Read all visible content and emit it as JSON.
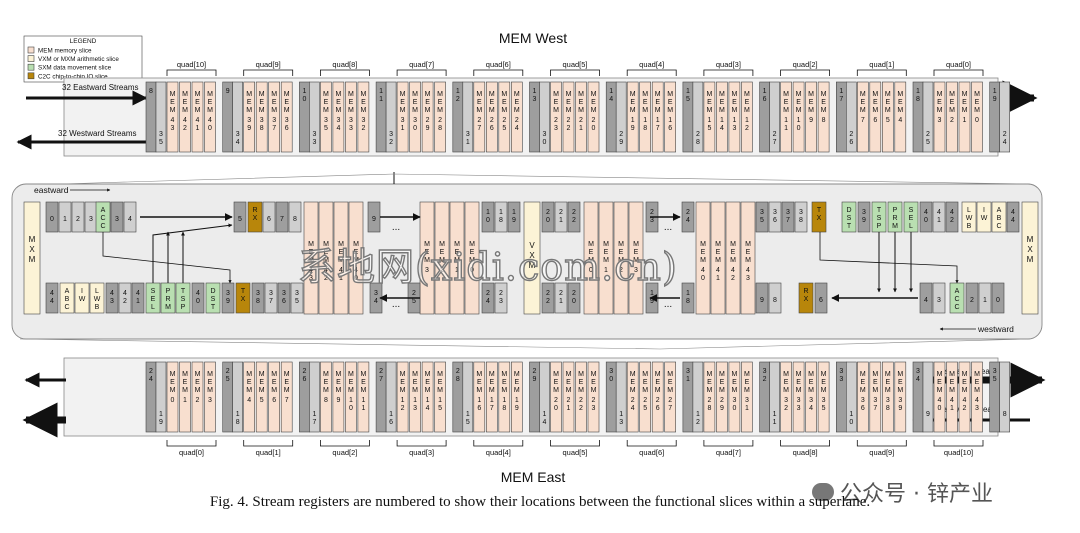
{
  "legend": {
    "title": "LEGEND",
    "items": [
      {
        "label": "MEM memory slice",
        "color": "#f8dfcf"
      },
      {
        "label": "VXM or MXM arithmetic slice",
        "color": "#fcf3d6"
      },
      {
        "label": "SXM data movement slice",
        "color": "#b9dfb1"
      },
      {
        "label": "C2C chip-to-chip IO slice",
        "color": "#b8860b"
      }
    ]
  },
  "colors": {
    "mem": "#f8dfcf",
    "arith": "#fcf3d6",
    "sxm": "#b9dfb1",
    "c2c": "#b8860b",
    "reg": "#9e9e9e",
    "reg_light": "#cfcfcf"
  },
  "top": {
    "title": "MEM West",
    "eastward_label": "32 Eastward Streams",
    "westward_label": "32 Westward Streams",
    "quads": [
      "quad[10]",
      "quad[9]",
      "quad[8]",
      "quad[7]",
      "quad[6]",
      "quad[5]",
      "quad[4]",
      "quad[3]",
      "quad[2]",
      "quad[1]",
      "quad[0]"
    ],
    "reg_top": [
      "8",
      "9",
      "10",
      "11",
      "12",
      "13",
      "14",
      "15",
      "16",
      "17",
      "18",
      "19"
    ],
    "reg_bot": [
      "35",
      "34",
      "33",
      "32",
      "31",
      "30",
      "29",
      "28",
      "27",
      "26",
      "25",
      "24"
    ],
    "mems": [
      [
        "43",
        "42",
        "41",
        "40"
      ],
      [
        "39",
        "38",
        "37",
        "36"
      ],
      [
        "35",
        "34",
        "33",
        "32"
      ],
      [
        "31",
        "30",
        "29",
        "28"
      ],
      [
        "27",
        "26",
        "25",
        "24"
      ],
      [
        "23",
        "22",
        "21",
        "20"
      ],
      [
        "19",
        "18",
        "17",
        "16"
      ],
      [
        "15",
        "14",
        "13",
        "12"
      ],
      [
        "11",
        "10",
        "9",
        "8"
      ],
      [
        "7",
        "6",
        "5",
        "4"
      ],
      [
        "3",
        "2",
        "1",
        "0"
      ]
    ]
  },
  "bottom": {
    "title": "MEM East",
    "eastward_label": "32 Eastward Streams",
    "westward_label": "32 Westward Streams",
    "quads": [
      "quad[0]",
      "quad[1]",
      "quad[2]",
      "quad[3]",
      "quad[4]",
      "quad[5]",
      "quad[6]",
      "quad[7]",
      "quad[8]",
      "quad[9]",
      "quad[10]"
    ],
    "reg_top": [
      "24",
      "25",
      "26",
      "27",
      "28",
      "29",
      "30",
      "31",
      "32",
      "33",
      "34",
      "35"
    ],
    "reg_bot": [
      "19",
      "18",
      "17",
      "16",
      "15",
      "14",
      "13",
      "12",
      "11",
      "10",
      "9",
      "8"
    ],
    "mems": [
      [
        "0",
        "1",
        "2",
        "3"
      ],
      [
        "4",
        "5",
        "6",
        "7"
      ],
      [
        "8",
        "9",
        "10",
        "11"
      ],
      [
        "12",
        "13",
        "14",
        "15"
      ],
      [
        "16",
        "17",
        "18",
        "19"
      ],
      [
        "20",
        "21",
        "22",
        "23"
      ],
      [
        "24",
        "25",
        "26",
        "27"
      ],
      [
        "28",
        "29",
        "30",
        "31"
      ],
      [
        "32",
        "33",
        "34",
        "35"
      ],
      [
        "36",
        "37",
        "38",
        "39"
      ],
      [
        "40",
        "41",
        "42",
        "43"
      ]
    ]
  },
  "superlane": {
    "eastward_label": "eastward",
    "westward_label": "westward",
    "mxm_label": "MXM",
    "vxm_label": "VXM",
    "acc_label": "ACC",
    "rx_label": "RX",
    "tx_label": "TX",
    "dst_label": "DST",
    "tsp_label": "TSP",
    "prm_label": "PRM",
    "sel_label": "SEL",
    "lwb_label": "LWB",
    "iw_label": "IW",
    "abc_label": "ABC",
    "ellipsis": "...",
    "top_regs_left": [
      "0",
      "1",
      "2",
      "3",
      "4"
    ],
    "top_regs_a": [
      "5",
      "6",
      "7",
      "8"
    ],
    "top_regs_b": [
      "9",
      "10",
      "18",
      "19",
      "20",
      "21",
      "22",
      "23",
      "24",
      "25",
      "26"
    ],
    "top_regs_right": [
      "35",
      "36",
      "37",
      "38",
      "39",
      "40",
      "41",
      "42",
      "43",
      "44"
    ],
    "bot_regs_left": [
      "44",
      "43",
      "42",
      "41",
      "40",
      "39",
      "38",
      "37",
      "36",
      "35",
      "34",
      "25",
      "24",
      "23",
      "22",
      "21",
      "20",
      "19",
      "18",
      "9",
      "8",
      "7",
      "6",
      "5"
    ],
    "bot_regs_right": [
      "4",
      "3",
      "2",
      "1",
      "0"
    ],
    "mem_a": [
      "43",
      "42",
      "41",
      "40"
    ],
    "mem_b": [
      "3",
      "2",
      "1",
      "0"
    ],
    "mem_c": [
      "0",
      "1",
      "2",
      "3"
    ],
    "mem_d": [
      "40",
      "41",
      "42",
      "43"
    ]
  },
  "caption": "Fig. 4.  Stream registers are numbered to show their locations between the functional slices within a superlane.",
  "watermark": "系地网(xidi.com.cn)",
  "brand": "公众号 · 锌产业"
}
